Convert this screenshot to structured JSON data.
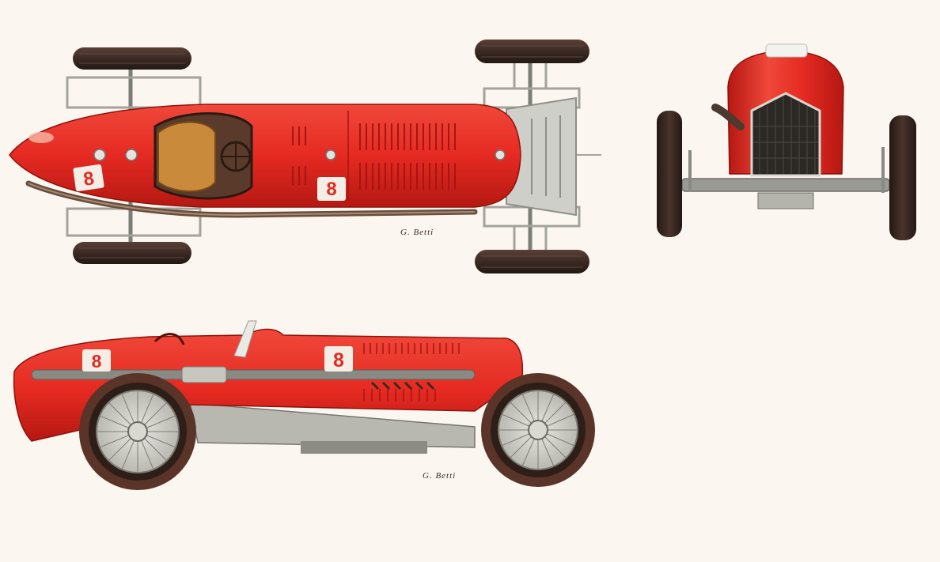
{
  "illustration": {
    "top_view": {
      "race_number": "8",
      "signature": "G. Betti"
    },
    "front_view": {},
    "side_view": {
      "race_number": "8",
      "signature": "G. Betti"
    }
  },
  "colors": {
    "background": "#fbf6ef",
    "body_red": "#e52a22",
    "body_red_dark": "#b51812",
    "tyre": "#3b2a24",
    "chrome": "#9a9a94",
    "number_plate": "#f4efe6"
  }
}
